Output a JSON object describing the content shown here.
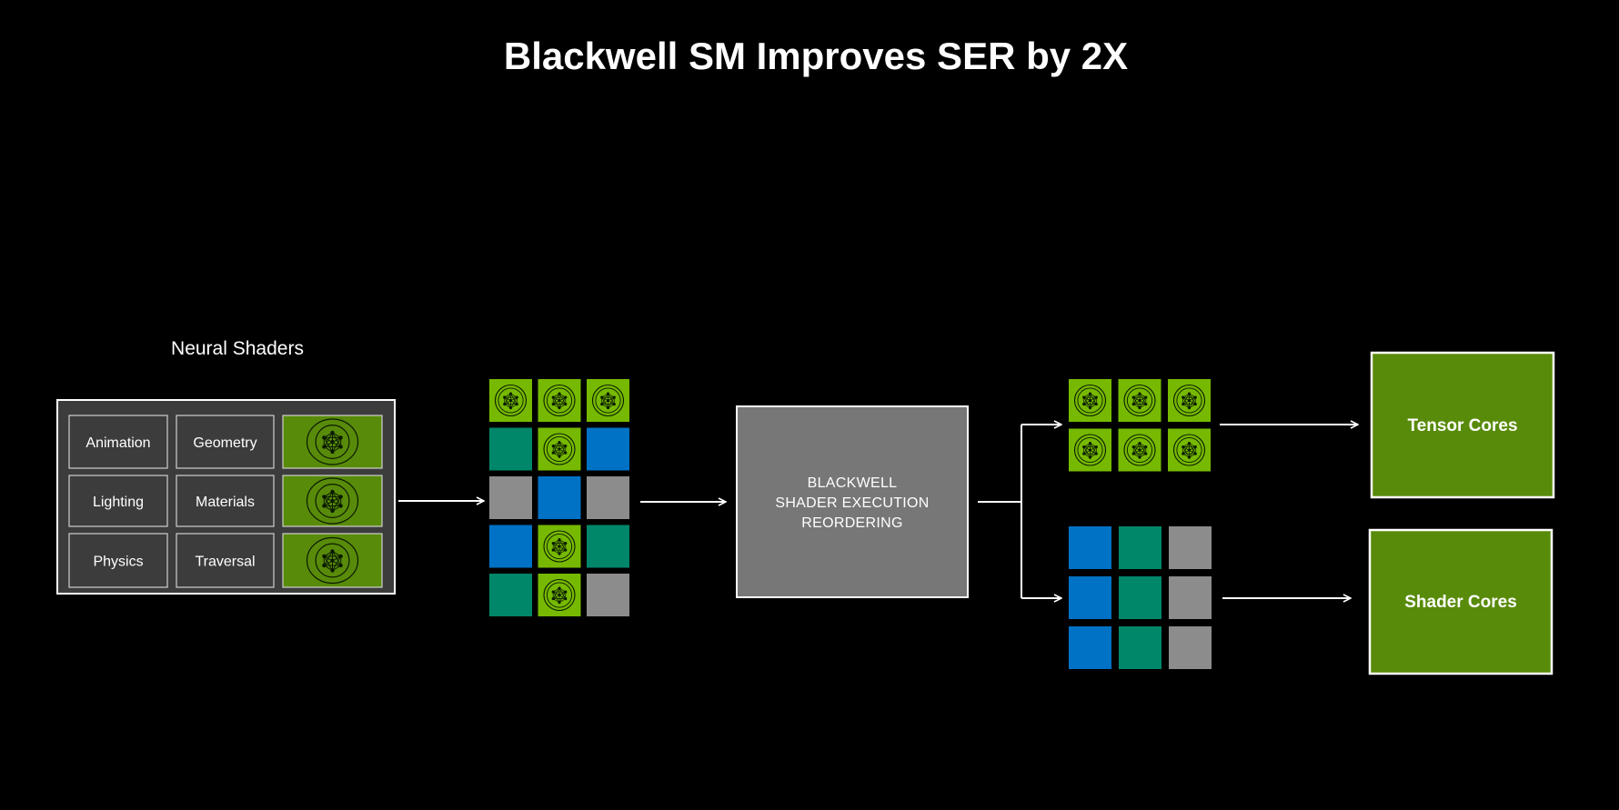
{
  "title": "Blackwell SM Improves SER by 2X",
  "neural_shaders": {
    "label": "Neural Shaders",
    "cells": [
      {
        "label": "Animation",
        "icon": "neural-network-icon"
      },
      {
        "label": "Geometry",
        "icon": "neural-network-icon"
      },
      {
        "label": "Lighting",
        "icon": "neural-network-icon"
      },
      {
        "label": "Materials",
        "icon": "neural-network-icon"
      },
      {
        "label": "Physics",
        "icon": "neural-network-icon"
      },
      {
        "label": "Traversal",
        "icon": "neural-network-icon"
      }
    ]
  },
  "unsorted_grid": {
    "rows": [
      [
        "neural",
        "neural",
        "neural"
      ],
      [
        "teal",
        "neural",
        "blue"
      ],
      [
        "gray",
        "blue",
        "gray"
      ],
      [
        "blue",
        "neural",
        "teal"
      ],
      [
        "teal",
        "neural",
        "gray"
      ]
    ]
  },
  "ser_box": {
    "lines": [
      "BLACKWELL",
      "SHADER EXECUTION",
      "REORDERING"
    ]
  },
  "sorted_neural_grid": {
    "rows": [
      [
        "neural",
        "neural",
        "neural"
      ],
      [
        "neural",
        "neural",
        "neural"
      ]
    ]
  },
  "sorted_shader_grid": {
    "rows": [
      [
        "blue",
        "teal",
        "gray"
      ],
      [
        "blue",
        "teal",
        "gray"
      ],
      [
        "blue",
        "teal",
        "gray"
      ]
    ]
  },
  "tensor_cores": {
    "label": "Tensor Cores"
  },
  "shader_cores": {
    "label": "Shader Cores"
  },
  "colors": {
    "background": "#000000",
    "panel": "#3c3c3c",
    "neural_green": "#76b900",
    "dark_green": "#588b0a",
    "teal": "#00876a",
    "blue": "#0072c6",
    "gray": "#8c8c8c",
    "ser_gray": "#777777",
    "white": "#ffffff"
  }
}
